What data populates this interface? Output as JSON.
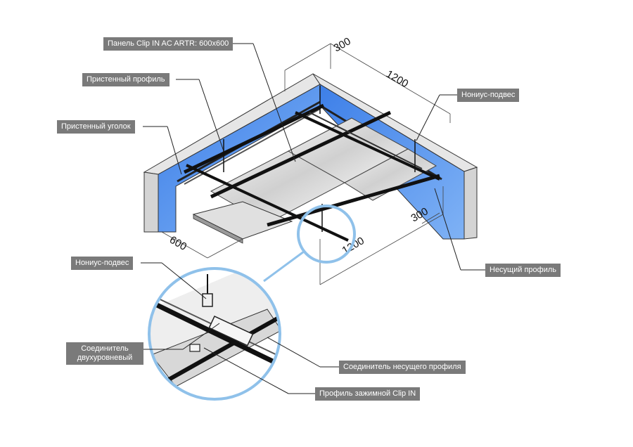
{
  "labels": {
    "panel": "Панель Clip IN AC ARTR: 600x600",
    "wall_profile": "Пристенный профиль",
    "wall_angle": "Пристенный уголок",
    "nonius_top": "Нониус-подвес",
    "carrier_profile": "Несущий профиль",
    "nonius_detail": "Нониус-подвес",
    "two_level_connector": "Соединитель двухуровневый",
    "carrier_connector": "Соединитель несущего профиля",
    "clip_profile": "Профиль зажимной Clip IN"
  },
  "dimensions": {
    "d300_top": "300",
    "d1200_top": "1200",
    "d300_right": "300",
    "d1200_bottom": "1200",
    "d600_left": "600"
  },
  "colors": {
    "wall_blue": "#4a8cf0",
    "wall_face": "#d9d9d9",
    "label_bg": "#7a7a7a",
    "circle": "#8fc1ea"
  }
}
